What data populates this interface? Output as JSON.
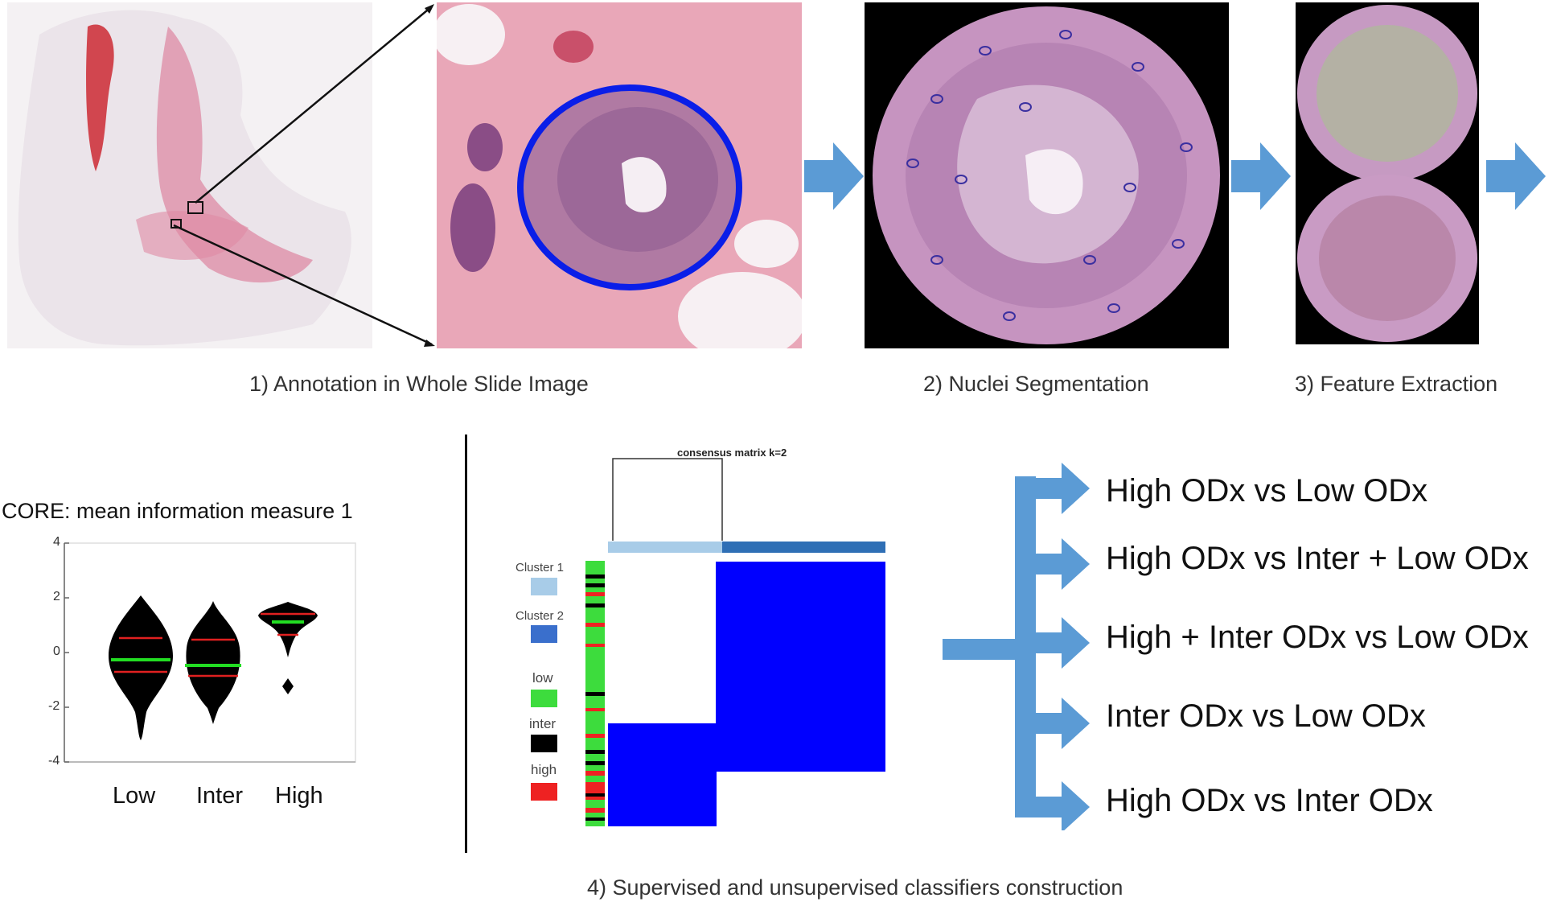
{
  "captions": {
    "step1": "1) Annotation in Whole Slide Image",
    "step2": "2) Nuclei Segmentation",
    "step3": "3) Feature Extraction",
    "step4": "4) Supervised and unsupervised classifiers construction"
  },
  "violin": {
    "title": "CORE: mean information measure 1",
    "categories": [
      "Low",
      "Inter",
      "High"
    ],
    "yticks": [
      "4",
      "2",
      "0",
      "-2",
      "-4"
    ],
    "ylim": [
      -4,
      4
    ],
    "colors": {
      "body": "#000000",
      "median": "#22dd22",
      "quartile": "#e02020"
    }
  },
  "consensus": {
    "title": "consensus matrix k=2",
    "legend": {
      "cluster1": "Cluster 1",
      "cluster2": "Cluster 2",
      "low": "low",
      "inter": "inter",
      "high": "high"
    },
    "colors": {
      "cluster1": "#a8cce8",
      "cluster2": "#3a6fcc",
      "low": "#3ddc3d",
      "inter": "#000000",
      "high": "#ee2222",
      "block": "#0000ff"
    }
  },
  "comparisons": [
    "High ODx vs Low ODx",
    "High ODx vs Inter + Low ODx",
    "High + Inter ODx vs Low ODx",
    "Inter ODx vs Low ODx",
    "High ODx vs Inter ODx"
  ],
  "accent_color": "#5b9bd5"
}
